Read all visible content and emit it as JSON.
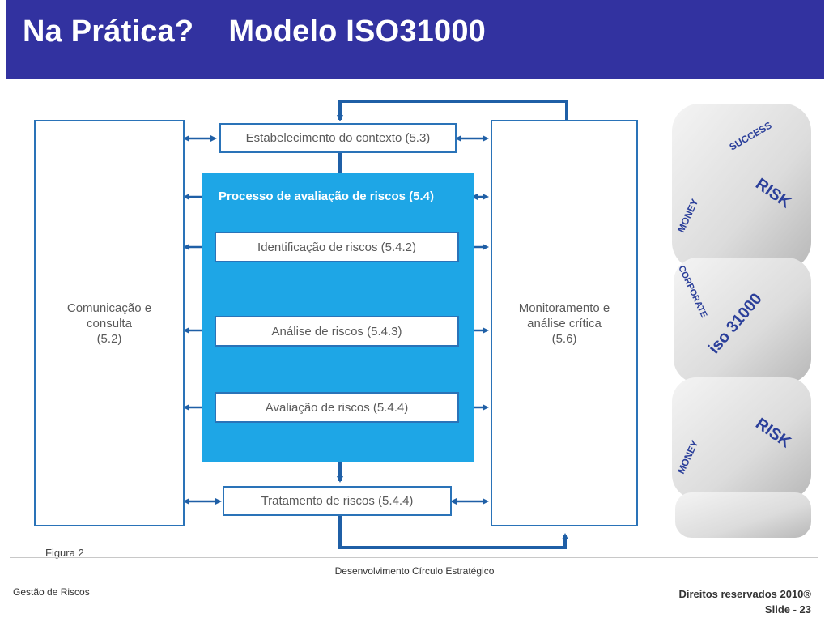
{
  "slide": {
    "title": "Na Prática?    Modelo ISO31000"
  },
  "diagram": {
    "left_box": "Comunicação e\nconsulta\n(5.2)",
    "right_box": "Monitoramento e\nanálise crítica\n(5.6)",
    "context_step": "Estabelecimento do contexto (5.3)",
    "process_title": "Processo de avaliação de riscos (5.4)",
    "identification_step": "Identificação de riscos (5.4.2)",
    "analysis_step": "Análise de riscos (5.4.3)",
    "evaluation_step": "Avaliação de riscos (5.4.4)",
    "treatment_step": "Tratamento de riscos (5.4.4)",
    "caption": "Figura 2",
    "colors": {
      "box_border": "#2a73b8",
      "arrow": "#1f5fa6",
      "process_panel": "#1ea6e6",
      "header": "#3232a0"
    }
  },
  "dice_image": {
    "words": [
      "SUCCESS",
      "MONEY",
      "RISK",
      "CORPORATE",
      "iso 31000",
      "MONEY",
      "RISK"
    ]
  },
  "footer": {
    "center": "Desenvolvimento Círculo Estratégico",
    "left": "Gestão de Riscos",
    "rights": "Direitos reservados 2010®",
    "slide_number": "Slide - 23"
  }
}
